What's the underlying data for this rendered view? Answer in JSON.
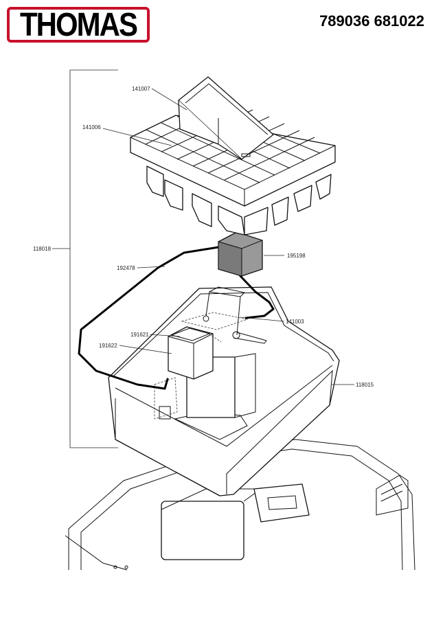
{
  "header": {
    "brand": "THOMAS",
    "part_number": "789036 681022"
  },
  "callouts": {
    "c141007": "141007",
    "c141006": "141006",
    "c118018": "118018",
    "c192478": "192478",
    "c195198": "195198",
    "c141003": "141003",
    "c191621": "191621",
    "c191622": "191622",
    "c118015": "118015"
  },
  "colors": {
    "brand_red": "#c8102e",
    "line": "#111111"
  }
}
